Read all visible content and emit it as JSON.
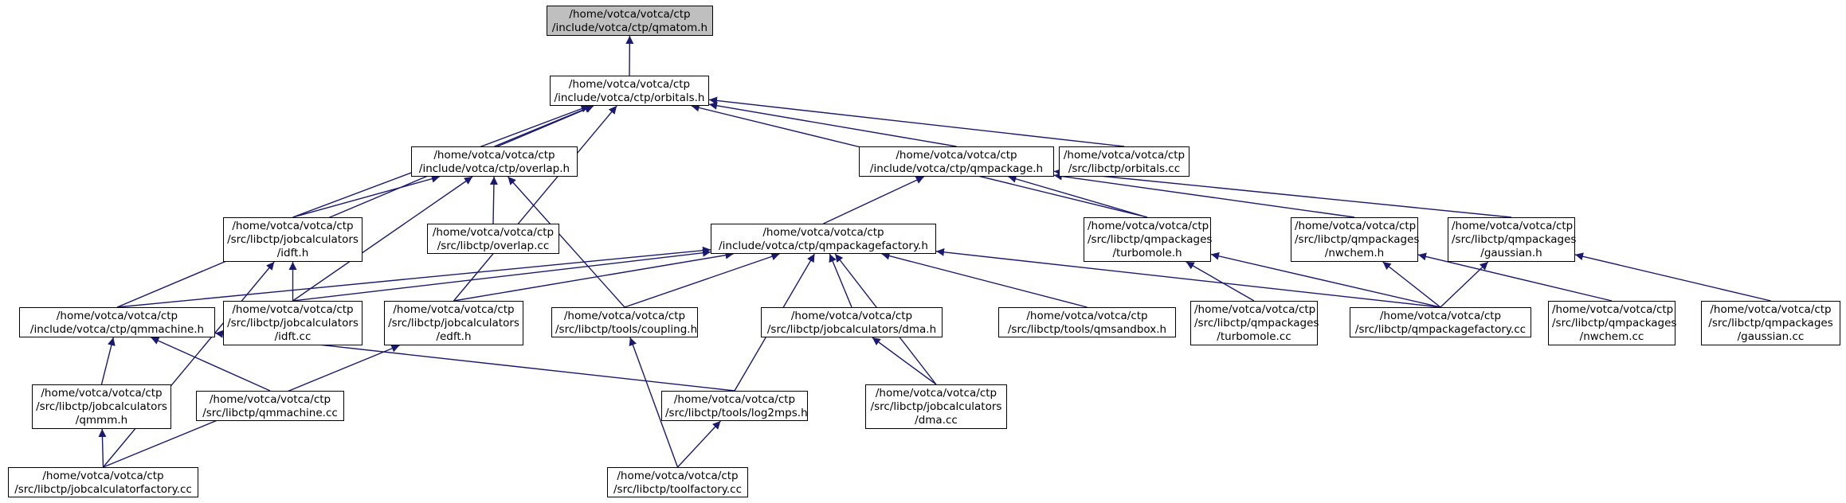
{
  "colors": {
    "edge": "#191970",
    "root_fill": "#bfbfbf",
    "node_fill": "#ffffff",
    "border": "#000000"
  },
  "nodes": [
    {
      "id": "qmatom",
      "lines": [
        "/home/votca/votca/ctp",
        "/include/votca/ctp/qmatom.h"
      ],
      "root": true
    },
    {
      "id": "orbitals_h",
      "lines": [
        "/home/votca/votca/ctp",
        "/include/votca/ctp/orbitals.h"
      ]
    },
    {
      "id": "overlap_h",
      "lines": [
        "/home/votca/votca/ctp",
        "/include/votca/ctp/overlap.h"
      ]
    },
    {
      "id": "qmpackage_h",
      "lines": [
        "/home/votca/votca/ctp",
        "/include/votca/ctp/qmpackage.h"
      ]
    },
    {
      "id": "orbitals_cc",
      "lines": [
        "/home/votca/votca/ctp",
        "/src/libctp/orbitals.cc"
      ]
    },
    {
      "id": "idft_h",
      "lines": [
        "/home/votca/votca/ctp",
        "/src/libctp/jobcalculators",
        "/idft.h"
      ]
    },
    {
      "id": "overlap_cc",
      "lines": [
        "/home/votca/votca/ctp",
        "/src/libctp/overlap.cc"
      ]
    },
    {
      "id": "qmpackagefactory_h",
      "lines": [
        "/home/votca/votca/ctp",
        "/include/votca/ctp/qmpackagefactory.h"
      ]
    },
    {
      "id": "turbomole_h",
      "lines": [
        "/home/votca/votca/ctp",
        "/src/libctp/qmpackages",
        "/turbomole.h"
      ]
    },
    {
      "id": "nwchem_h",
      "lines": [
        "/home/votca/votca/ctp",
        "/src/libctp/qmpackages",
        "/nwchem.h"
      ]
    },
    {
      "id": "gaussian_h",
      "lines": [
        "/home/votca/votca/ctp",
        "/src/libctp/qmpackages",
        "/gaussian.h"
      ]
    },
    {
      "id": "qmmachine_h",
      "lines": [
        "/home/votca/votca/ctp",
        "/include/votca/ctp/qmmachine.h"
      ]
    },
    {
      "id": "idft_cc",
      "lines": [
        "/home/votca/votca/ctp",
        "/src/libctp/jobcalculators",
        "/idft.cc"
      ]
    },
    {
      "id": "edft_h",
      "lines": [
        "/home/votca/votca/ctp",
        "/src/libctp/jobcalculators",
        "/edft.h"
      ]
    },
    {
      "id": "coupling_h",
      "lines": [
        "/home/votca/votca/ctp",
        "/src/libctp/tools/coupling.h"
      ]
    },
    {
      "id": "dma_h",
      "lines": [
        "/home/votca/votca/ctp",
        "/src/libctp/jobcalculators/dma.h"
      ]
    },
    {
      "id": "qmsandbox_h",
      "lines": [
        "/home/votca/votca/ctp",
        "/src/libctp/tools/qmsandbox.h"
      ]
    },
    {
      "id": "turbomole_cc",
      "lines": [
        "/home/votca/votca/ctp",
        "/src/libctp/qmpackages",
        "/turbomole.cc"
      ]
    },
    {
      "id": "qmpackagefactory_cc",
      "lines": [
        "/home/votca/votca/ctp",
        "/src/libctp/qmpackagefactory.cc"
      ]
    },
    {
      "id": "nwchem_cc",
      "lines": [
        "/home/votca/votca/ctp",
        "/src/libctp/qmpackages",
        "/nwchem.cc"
      ]
    },
    {
      "id": "gaussian_cc",
      "lines": [
        "/home/votca/votca/ctp",
        "/src/libctp/qmpackages",
        "/gaussian.cc"
      ]
    },
    {
      "id": "qmmm_h",
      "lines": [
        "/home/votca/votca/ctp",
        "/src/libctp/jobcalculators",
        "/qmmm.h"
      ]
    },
    {
      "id": "qmmachine_cc",
      "lines": [
        "/home/votca/votca/ctp",
        "/src/libctp/qmmachine.cc"
      ]
    },
    {
      "id": "log2mps_h",
      "lines": [
        "/home/votca/votca/ctp",
        "/src/libctp/tools/log2mps.h"
      ]
    },
    {
      "id": "dma_cc",
      "lines": [
        "/home/votca/votca/ctp",
        "/src/libctp/jobcalculators",
        "/dma.cc"
      ]
    },
    {
      "id": "jobcalculatorfactory_cc",
      "lines": [
        "/home/votca/votca/ctp",
        "/src/libctp/jobcalculatorfactory.cc"
      ]
    },
    {
      "id": "toolfactory_cc",
      "lines": [
        "/home/votca/votca/ctp",
        "/src/libctp/toolfactory.cc"
      ]
    }
  ],
  "edges": [
    [
      "orbitals_h",
      "qmatom"
    ],
    [
      "overlap_h",
      "orbitals_h"
    ],
    [
      "qmpackage_h",
      "orbitals_h"
    ],
    [
      "orbitals_cc",
      "orbitals_h"
    ],
    [
      "idft_h",
      "orbitals_h"
    ],
    [
      "qmmachine_h",
      "orbitals_h"
    ],
    [
      "edft_h",
      "orbitals_h"
    ],
    [
      "turbomole_h",
      "orbitals_h"
    ],
    [
      "idft_h",
      "overlap_h"
    ],
    [
      "overlap_cc",
      "overlap_h"
    ],
    [
      "idft_cc",
      "overlap_h"
    ],
    [
      "coupling_h",
      "overlap_h"
    ],
    [
      "qmpackagefactory_h",
      "qmpackage_h"
    ],
    [
      "turbomole_h",
      "qmpackage_h"
    ],
    [
      "nwchem_h",
      "qmpackage_h"
    ],
    [
      "gaussian_h",
      "qmpackage_h"
    ],
    [
      "idft_cc",
      "idft_h"
    ],
    [
      "jobcalculatorfactory_cc",
      "idft_h"
    ],
    [
      "qmmachine_h",
      "qmpackagefactory_h"
    ],
    [
      "idft_cc",
      "qmpackagefactory_h"
    ],
    [
      "edft_h",
      "qmpackagefactory_h"
    ],
    [
      "coupling_h",
      "qmpackagefactory_h"
    ],
    [
      "log2mps_h",
      "qmpackagefactory_h"
    ],
    [
      "dma_h",
      "qmpackagefactory_h"
    ],
    [
      "dma_cc",
      "qmpackagefactory_h"
    ],
    [
      "qmsandbox_h",
      "qmpackagefactory_h"
    ],
    [
      "qmpackagefactory_cc",
      "qmpackagefactory_h"
    ],
    [
      "turbomole_cc",
      "turbomole_h"
    ],
    [
      "qmpackagefactory_cc",
      "turbomole_h"
    ],
    [
      "qmpackagefactory_cc",
      "nwchem_h"
    ],
    [
      "nwchem_cc",
      "nwchem_h"
    ],
    [
      "qmpackagefactory_cc",
      "gaussian_h"
    ],
    [
      "gaussian_cc",
      "gaussian_h"
    ],
    [
      "qmmm_h",
      "qmmachine_h"
    ],
    [
      "qmmachine_cc",
      "qmmachine_h"
    ],
    [
      "log2mps_h",
      "qmmachine_h"
    ],
    [
      "jobcalculatorfactory_cc",
      "qmmm_h"
    ],
    [
      "jobcalculatorfactory_cc",
      "edft_h"
    ],
    [
      "toolfactory_cc",
      "coupling_h"
    ],
    [
      "toolfactory_cc",
      "log2mps_h"
    ],
    [
      "dma_cc",
      "dma_h"
    ]
  ]
}
